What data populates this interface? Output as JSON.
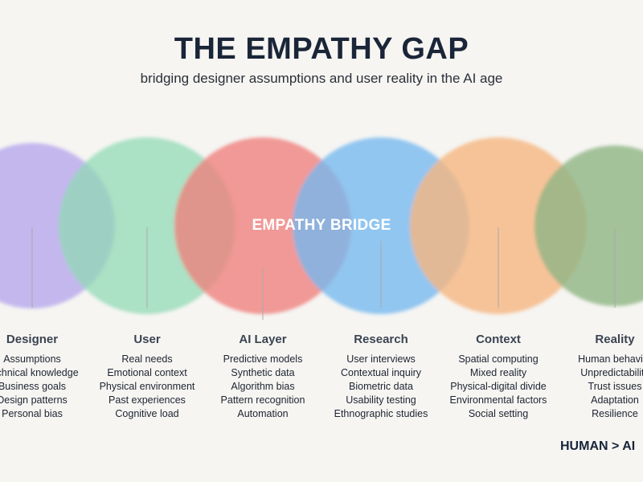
{
  "header": {
    "title": "THE EMPATHY GAP",
    "subtitle": "bridging designer assumptions and user reality in the AI age"
  },
  "bridge_label": "EMPATHY BRIDGE",
  "colors": {
    "designer": "#b5a6ec",
    "user": "#8fd9b3",
    "ai_layer": "#f07f7c",
    "research": "#74b9ef",
    "context": "#f6b781",
    "reality": "#8fb585"
  },
  "columns": [
    {
      "name": "Designer",
      "items": [
        "Assumptions",
        "Technical knowledge",
        "Business goals",
        "Design patterns",
        "Personal bias"
      ]
    },
    {
      "name": "User",
      "items": [
        "Real needs",
        "Emotional context",
        "Physical environment",
        "Past experiences",
        "Cognitive load"
      ]
    },
    {
      "name": "AI Layer",
      "items": [
        "Predictive models",
        "Synthetic data",
        "Algorithm bias",
        "Pattern recognition",
        "Automation"
      ]
    },
    {
      "name": "Research",
      "items": [
        "User interviews",
        "Contextual inquiry",
        "Biometric data",
        "Usability testing",
        "Ethnographic studies"
      ]
    },
    {
      "name": "Context",
      "items": [
        "Spatial computing",
        "Mixed reality",
        "Physical-digital divide",
        "Environmental factors",
        "Social setting"
      ]
    },
    {
      "name": "Reality",
      "items": [
        "Human behavior",
        "Unpredictability",
        "Trust issues",
        "Adaptation",
        "Resilience"
      ]
    }
  ],
  "tagline": "HUMAN > AI"
}
